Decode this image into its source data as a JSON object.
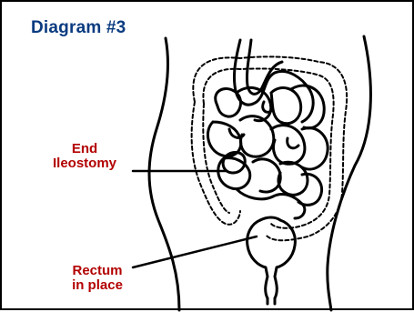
{
  "diagram": {
    "title": "Diagram #3",
    "labels": {
      "end_ileostomy": {
        "line1": "End",
        "line2": "Ileostomy"
      },
      "rectum": {
        "line1": "Rectum",
        "line2": "in place"
      }
    },
    "colors": {
      "title": "#0a3b80",
      "label": "#b30000",
      "stroke": "#000000"
    }
  }
}
